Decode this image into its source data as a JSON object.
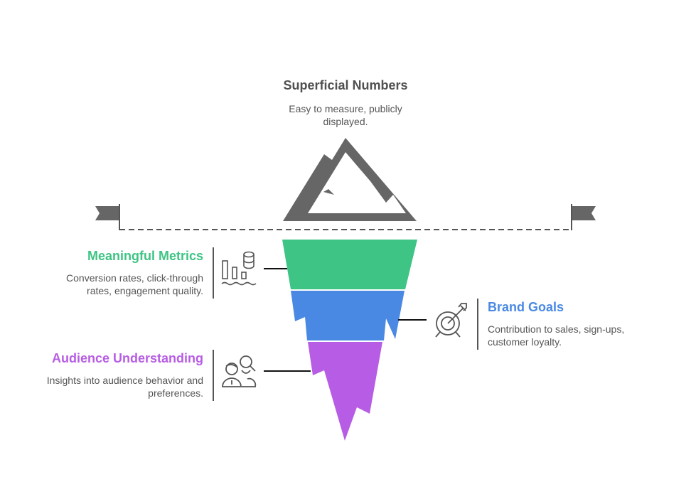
{
  "diagram": {
    "top": {
      "title": "Superficial Numbers",
      "description": "Easy to measure, publicly displayed.",
      "icon": "mountain-peak"
    },
    "layers": [
      {
        "title": "Meaningful Metrics",
        "description": "Conversion rates, click-through rates, engagement quality.",
        "color": "#3EC484",
        "icon": "bar-chart-database-icon",
        "side": "left"
      },
      {
        "title": "Brand Goals",
        "description": "Contribution to sales, sign-ups, customer loyalty.",
        "color": "#4A89E3",
        "icon": "target-arrow-icon",
        "side": "right"
      },
      {
        "title": "Audience Understanding",
        "description": "Insights into audience behavior and preferences.",
        "color": "#B75CE4",
        "icon": "audience-search-icon",
        "side": "left"
      }
    ],
    "colors": {
      "peak": "#666666",
      "text_dark": "#505050",
      "text_body": "#555555",
      "connector": "#111111"
    }
  }
}
